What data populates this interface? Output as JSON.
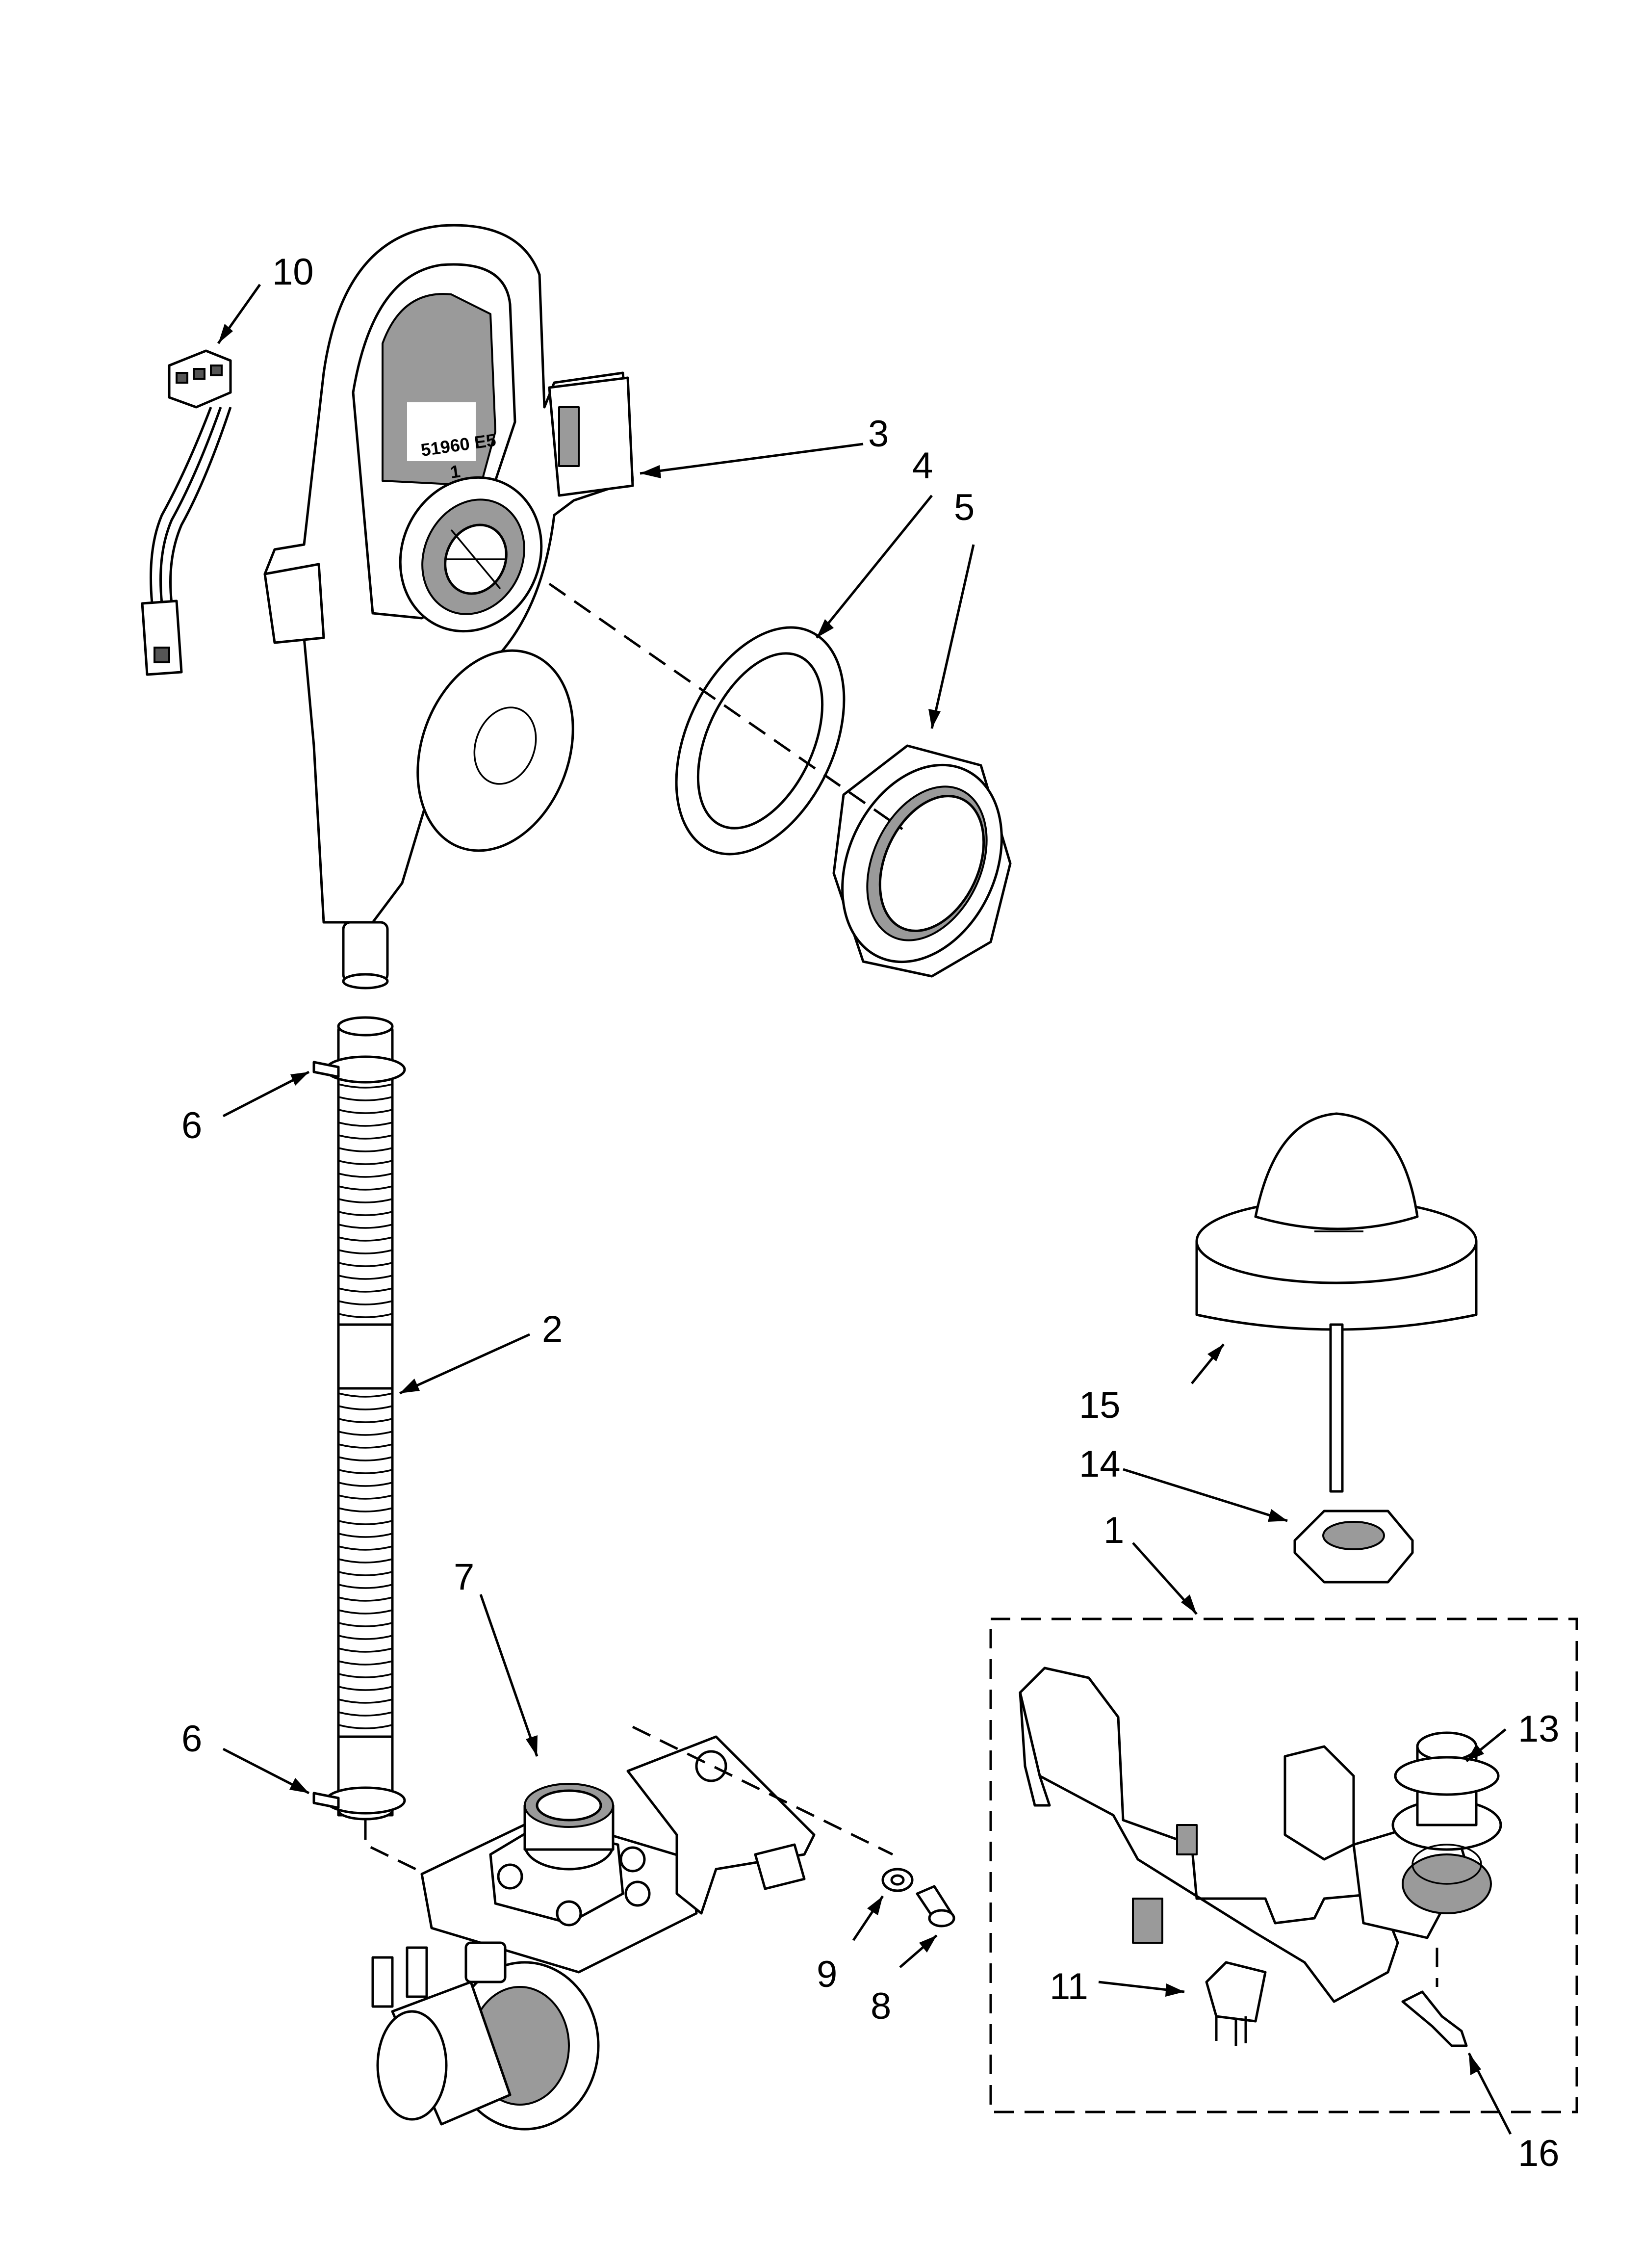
{
  "callouts": [
    {
      "id": "1",
      "label": "1"
    },
    {
      "id": "2",
      "label": "2"
    },
    {
      "id": "3",
      "label": "3"
    },
    {
      "id": "4",
      "label": "4"
    },
    {
      "id": "5",
      "label": "5"
    },
    {
      "id": "6a",
      "label": "6"
    },
    {
      "id": "6b",
      "label": "6"
    },
    {
      "id": "7",
      "label": "7"
    },
    {
      "id": "8",
      "label": "8"
    },
    {
      "id": "9",
      "label": "9"
    },
    {
      "id": "10",
      "label": "10"
    },
    {
      "id": "11",
      "label": "11"
    },
    {
      "id": "13",
      "label": "13"
    },
    {
      "id": "14",
      "label": "14"
    },
    {
      "id": "15",
      "label": "15"
    },
    {
      "id": "16",
      "label": "16"
    }
  ],
  "part_marking": {
    "line1": "51960 E5",
    "line2": "1"
  }
}
